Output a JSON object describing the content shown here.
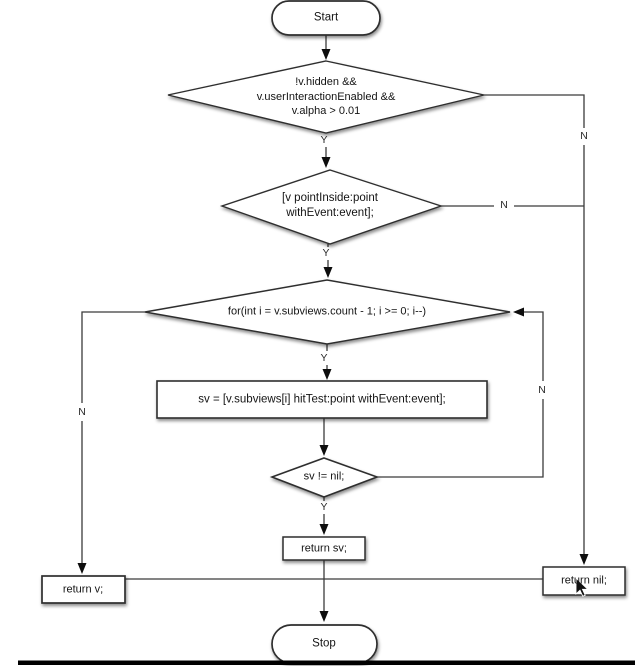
{
  "flowchart": {
    "terminals": {
      "start": "Start",
      "stop": "Stop"
    },
    "decisions": {
      "visibility_check": "!v.hidden &&\nv.userInteractionEnabled &&\nv.alpha > 0.01",
      "point_inside": "[v pointInside:point\nwithEvent:event];",
      "subview_loop": "for(int i = v.subviews.count - 1; i >= 0; i--)",
      "sv_not_nil": "sv != nil;"
    },
    "process": {
      "hit_test_subview": "sv = [v.subviews[i] hitTest:point withEvent:event];"
    },
    "returns": {
      "return_sv": "return sv;",
      "return_v": "return v;",
      "return_nil": "return nil;"
    },
    "branch_labels": {
      "yes": "Y",
      "no": "N"
    }
  },
  "colors": {
    "background": "#ffffff",
    "shape_fill": "#ffffff",
    "shape_border": "#2e2e2e",
    "connector_line": "#3b3b3b",
    "text": "#141414",
    "arrowhead": "#0d0d0d",
    "bottom_bar": "#000000"
  }
}
